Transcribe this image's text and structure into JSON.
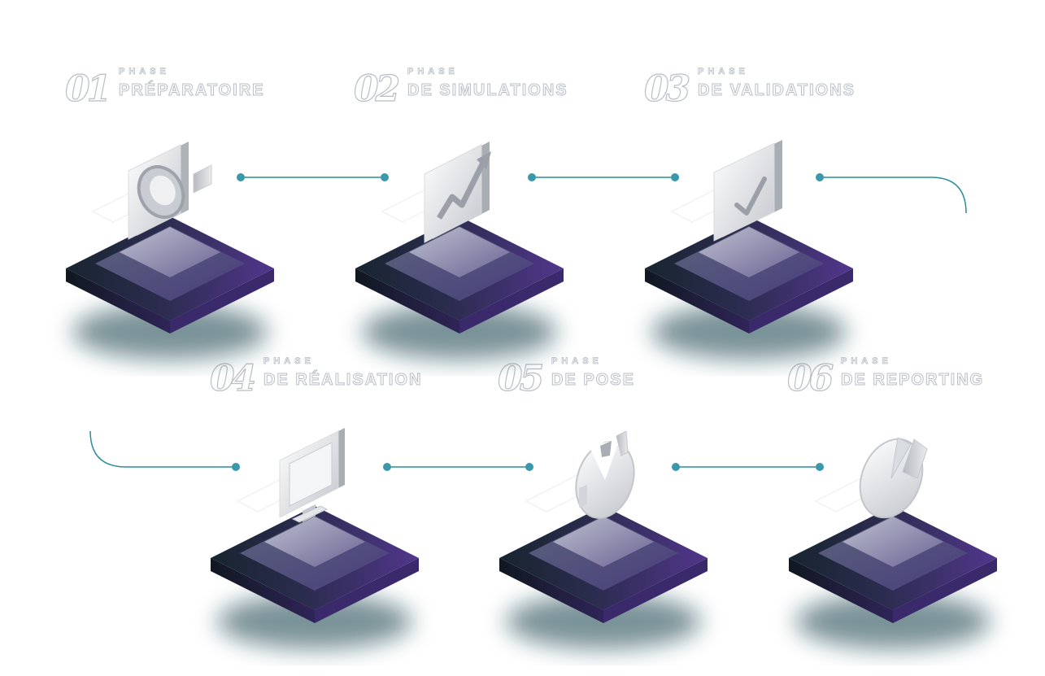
{
  "phases": [
    {
      "number": "01",
      "word": "PHASE",
      "name": "PRÉPARATOIRE",
      "icon": "camera-icon"
    },
    {
      "number": "02",
      "word": "PHASE",
      "name": "DE SIMULATIONS",
      "icon": "chart-icon"
    },
    {
      "number": "03",
      "word": "PHASE",
      "name": "DE VALIDATIONS",
      "icon": "checkmark-icon"
    },
    {
      "number": "04",
      "word": "PHASE",
      "name": "DE RÉALISATION",
      "icon": "monitor-icon"
    },
    {
      "number": "05",
      "word": "PHASE",
      "name": "DE POSE",
      "icon": "pie-piece-icon"
    },
    {
      "number": "06",
      "word": "PHASE",
      "name": "DE REPORTING",
      "icon": "pie-chart-icon"
    }
  ],
  "colors": {
    "platform_dark": "#1c2b34",
    "platform_purple": "#4d3585",
    "connector": "#2a8d98",
    "dot": "#3a98ab",
    "outline_text": "#b9bec6"
  }
}
